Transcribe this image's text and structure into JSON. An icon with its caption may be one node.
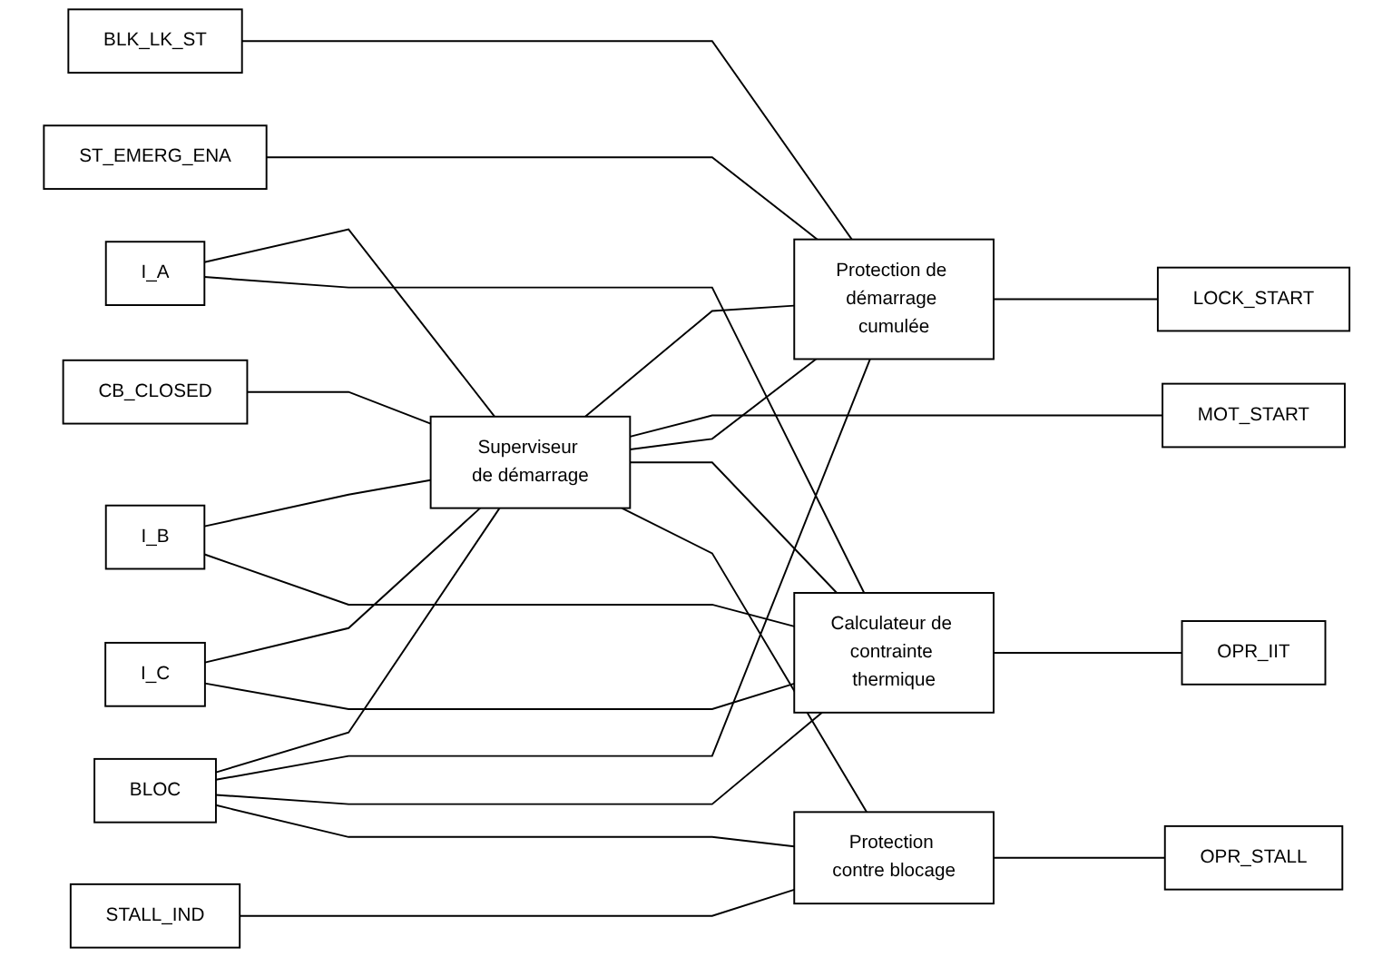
{
  "diagram": {
    "nodes": [
      {
        "text": [
          "I_A"
        ]
      },
      {
        "text": [
          "I_B"
        ]
      },
      {
        "text": [
          "I_C"
        ]
      },
      {
        "text": [
          "CB_CLOSED"
        ]
      },
      {
        "text": [
          "Superviseur de démarrage"
        ]
      },
      {
        "text": [
          "MOT_START"
        ]
      },
      {
        "text": [
          "BLK_LK_ST"
        ]
      },
      {
        "text": [
          "ST_EMERG_ENA"
        ]
      },
      {
        "text": [
          "Protection de démarrage cumulée"
        ]
      },
      {
        "text": [
          "LOCK_START"
        ]
      },
      {
        "text": [
          "Calculateur de contrainte thermique"
        ]
      },
      {
        "text": [
          "OPR_IIT"
        ]
      },
      {
        "text": [
          "BLOC"
        ]
      },
      {
        "text": [
          "Protection contre blocage"
        ]
      },
      {
        "text": [
          "STALL_IND"
        ]
      },
      {
        "text": [
          "OPR_STALL"
        ]
      }
    ],
    "edges": [
      {
        "from": 0,
        "to": 4,
        "arrow": "none"
      },
      {
        "from": 1,
        "to": 4,
        "arrow": "none"
      },
      {
        "from": 2,
        "to": 4,
        "arrow": "none"
      },
      {
        "from": 3,
        "to": 4,
        "arrow": "none"
      },
      {
        "from": 0,
        "to": 10,
        "arrow": "none"
      },
      {
        "from": 1,
        "to": 10,
        "arrow": "none"
      },
      {
        "from": 2,
        "to": 10,
        "arrow": "none"
      },
      {
        "from": 4,
        "to": 8,
        "arrow": "none"
      },
      {
        "from": 4,
        "to": 5,
        "arrow": "none"
      },
      {
        "from": 4,
        "to": 8,
        "arrow": "none"
      },
      {
        "from": 4,
        "to": 10,
        "arrow": "none"
      },
      {
        "from": 4,
        "to": 13,
        "arrow": "none"
      },
      {
        "from": 6,
        "to": 8,
        "arrow": "none"
      },
      {
        "from": 7,
        "to": 8,
        "arrow": "none"
      },
      {
        "from": 12,
        "to": 4,
        "arrow": "none"
      },
      {
        "from": 12,
        "to": 8,
        "arrow": "none"
      },
      {
        "from": 12,
        "to": 10,
        "arrow": "none"
      },
      {
        "from": 12,
        "to": 13,
        "arrow": "none"
      },
      {
        "from": 14,
        "to": 13,
        "arrow": "none"
      },
      {
        "from": 8,
        "to": 9,
        "arrow": "none"
      },
      {
        "from": 10,
        "to": 11,
        "arrow": "none"
      },
      {
        "from": 13,
        "to": 15,
        "arrow": "none"
      }
    ]
  }
}
